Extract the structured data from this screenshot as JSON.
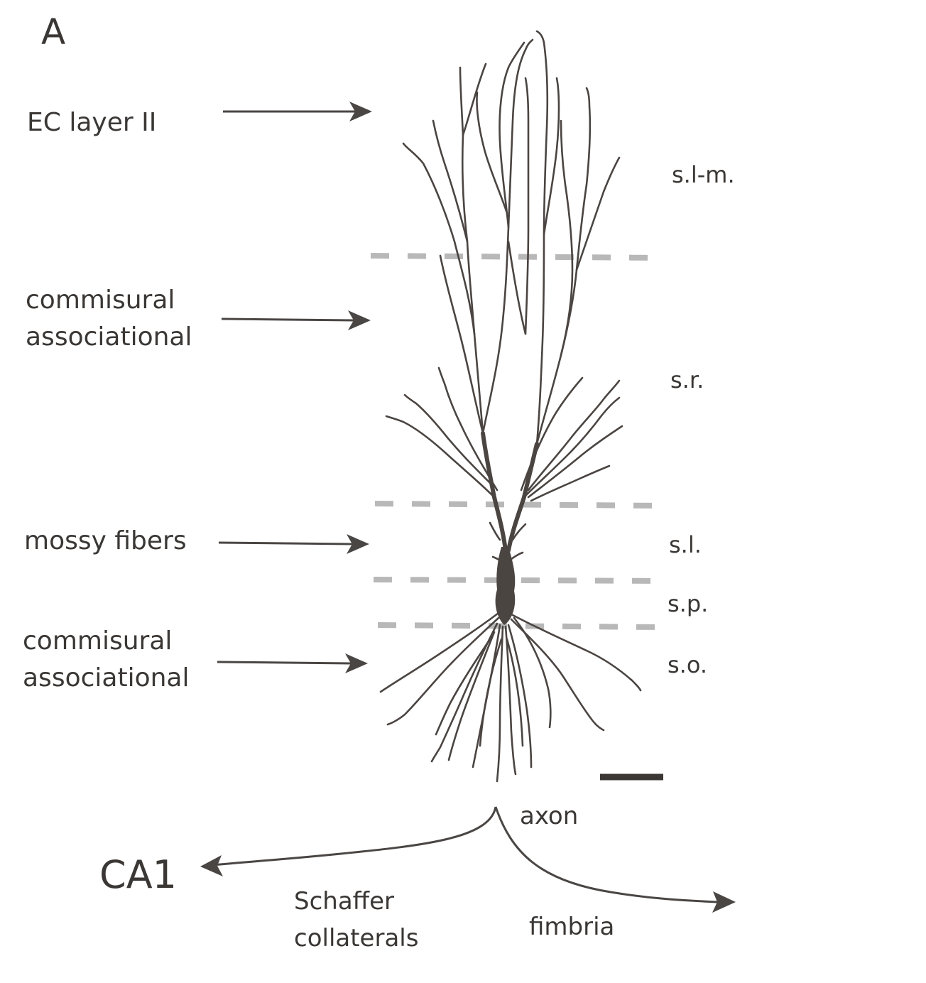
{
  "panel_label": "A",
  "inputs": [
    {
      "lines": [
        "EC layer II"
      ]
    },
    {
      "lines": [
        "commisural",
        "associational"
      ]
    },
    {
      "lines": [
        "mossy fibers"
      ]
    },
    {
      "lines": [
        "commisural",
        "associational"
      ]
    }
  ],
  "layers": [
    "s.l-m.",
    "s.r.",
    "s.l.",
    "s.p.",
    "s.o."
  ],
  "outputs": {
    "axon": "axon",
    "target": "CA1",
    "schaffer": [
      "Schaffer",
      "collaterals"
    ],
    "fimbria": "fimbria"
  },
  "colors": {
    "ink": "#4b4542",
    "text": "#3a3735",
    "boundary": "#b8b8b8"
  }
}
